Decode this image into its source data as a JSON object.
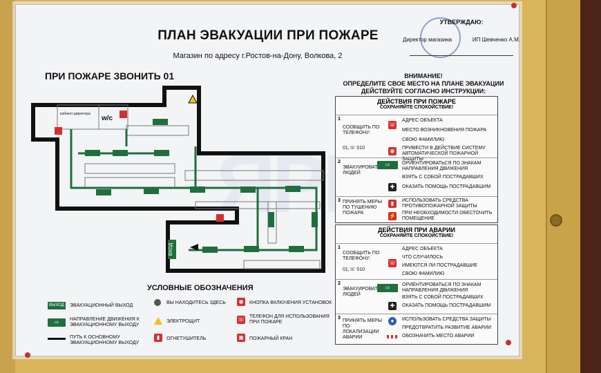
{
  "title": "ПЛАН ЭВАКУАЦИИ ПРИ ПОЖАРЕ",
  "subtitle": "Магазин по адресу г.Ростов-на-Дону, Волкова, 2",
  "approval": {
    "heading": "УТВЕРЖДАЮ:",
    "role": "Директор магазина",
    "name": "ИП Шевченко А.М."
  },
  "emergency_call": "ПРИ ПОЖАРЕ ЗВОНИТЬ 01",
  "attention": [
    "ВНИМАНИЕ!",
    "ОПРЕДЕЛИТЕ СВОЕ МЕСТО НА ПЛАНЕ ЭВАКУАЦИИ",
    "ДЕЙСТВУЙТЕ СОГЛАСНО ИНСТРУКЦИИ:"
  ],
  "plan": {
    "room_director": "кабинет директора",
    "wc": "w/c",
    "exit": "ВХОД"
  },
  "fire": {
    "title": "ДЕЙСТВИЯ ПРИ ПОЖАРЕ",
    "sub": "СОХРАНЯЙТЕ СПОКОЙСТВИЕ!",
    "s1": "СООБЩИТЬ ПО ТЕЛЕФОНУ:",
    "s1_items": [
      "АДРЕС ОБЪЕКТА",
      "МЕСТО ВОЗНИКНОВЕНИЯ ПОЖАРА",
      "СВОЮ ФАМИЛИЮ"
    ],
    "phone": "01,☏ 010",
    "s1_extra": "ПРИВЕСТИ В ДЕЙСТВИЕ СИСТЕМУ АВТОМАТИЧЕСКОЙ ПОЖАРНОЙ ЗАЩИТЫ",
    "s2": "ЭВАКУИРОВАТЬ ЛЮДЕЙ",
    "s2_items": [
      "ОРИЕНТИРОВАТЬСЯ ПО ЗНАКАМ НАПРАВЛЕНИЯ ДВИЖЕНИЯ",
      "ВЗЯТЬ С СОБОЙ ПОСТРАДАВШИХ",
      "ОКАЗАТЬ ПОМОЩЬ ПОСТРАДАВШИМ"
    ],
    "s3": "ПРИНЯТЬ МЕРЫ ПО ТУШЕНИЮ ПОЖАРА",
    "s3_items": [
      "ИСПОЛЬЗОВАТЬ СРЕДСТВА ПРОТИВОПОЖАРНОЙ ЗАЩИТЫ",
      "ПРИ НЕОБХОДИМОСТИ ОБЕСТОЧИТЬ ПОМЕЩЕНИЕ"
    ]
  },
  "accident": {
    "title": "ДЕЙСТВИЯ ПРИ АВАРИИ",
    "sub": "СОХРАНЯЙТЕ СПОКОЙСТВИЕ!",
    "s1": "СООБЩИТЬ ПО ТЕЛЕФОНУ:",
    "s1_items": [
      "АДРЕС ОБЪЕКТА",
      "ЧТО СЛУЧИЛОСЬ",
      "ИМЕЮТСЯ ЛИ ПОСТРАДАВШИЕ",
      "СВОЮ ФАМИЛИЮ"
    ],
    "phone": "01,☏ 010",
    "s2": "ЭВАКУИРОВАТЬ ЛЮДЕЙ",
    "s2_items": [
      "ОРИЕНТИРОВАТЬСЯ ПО ЗНАКАМ НАПРАВЛЕНИЯ ДВИЖЕНИЯ",
      "ВЗЯТЬ С СОБОЙ ПОСТРАДАВШИХ",
      "ОКАЗАТЬ ПОМОЩЬ ПОСТРАДАВШИМ"
    ],
    "s3": "ПРИНЯТЬ МЕРЫ ПО ЛОКАЛИЗАЦИИ АВАРИИ",
    "s3_items": [
      "ИСПОЛЬЗОВАТЬ СРЕДСТВА ЗАЩИТЫ",
      "ПРЕДОТВРАТИТЬ РАЗВИТИЕ АВАРИИ",
      "ОБОЗНАЧИТЬ МЕСТО АВАРИИ"
    ]
  },
  "legend": {
    "title": "УСЛОВНЫЕ ОБОЗНАЧЕНИЯ",
    "exit_sign": "ВЫХОД",
    "exit": "ЭВАКУАЦИОННЫЙ ВЫХОД",
    "direction": "НАПРАВЛЕНИЕ ДВИЖЕНИЯ К ЭВАКУАЦИОННОМУ ВЫХОДУ",
    "path": "ПУТЬ К ОСНОВНОМУ ЭВАКУАЦИОННОМУ ВЫХОДУ",
    "here": "ВЫ НАХОДИТЕСЬ ЗДЕСЬ",
    "panel": "ЭЛЕКТРОЩИТ",
    "extinguisher": "ОГНЕТУШИТЕЛЬ",
    "button": "КНОПКА ВКЛЮЧЕНИЯ УСТАНОВОК",
    "phone": "ТЕЛЕФОН ДЛЯ ИСПОЛЬЗОВАНИЯ ПРИ ПОЖАРЕ",
    "hydrant": "ПОЖАРНЫЙ КРАН"
  }
}
